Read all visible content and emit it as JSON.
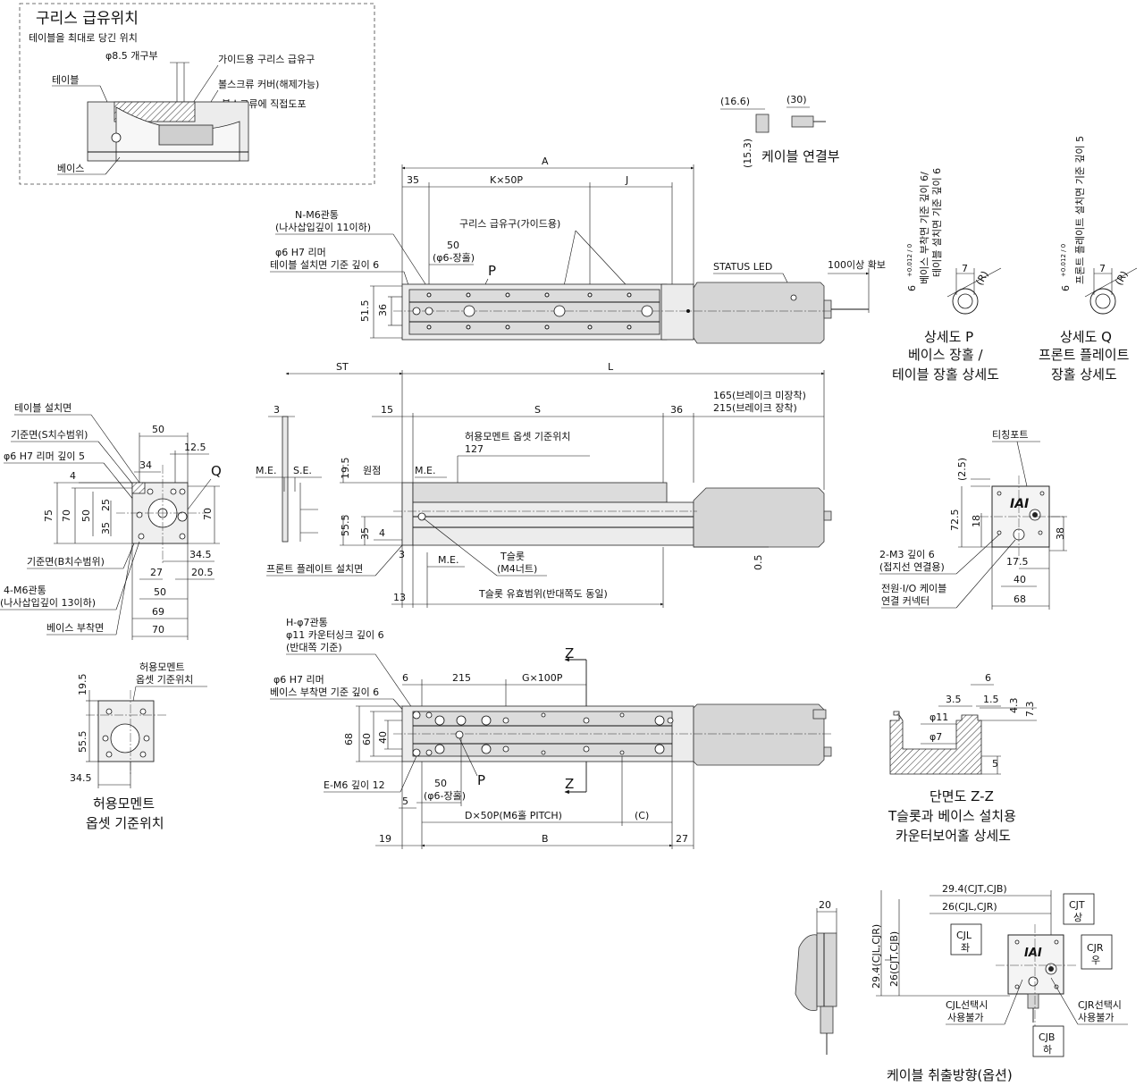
{
  "grease": {
    "title": "구리스 급유위치",
    "subtitle": "테이블을 최대로 당긴 위치",
    "opening": "φ8.5 개구부",
    "guide_port": "가이드용 구리스 급유구",
    "cover": "볼스크류 커버(해제가능)",
    "direct": "볼스크류에 직접도포",
    "table": "테이블",
    "base": "베이스"
  },
  "cable_conn": {
    "d1": "(16.6)",
    "d2": "(30)",
    "d3": "(15.3)",
    "title": "케이블 연결부"
  },
  "top_view": {
    "A": "A",
    "d35": "35",
    "K": "K×50P",
    "J": "J",
    "n_holes_1": "N-M6관통",
    "n_holes_2": "(나사삽입깊이 11이하)",
    "grease_port": "구리스 급유구(가이드용)",
    "d50": "50",
    "d50b": "(φ6-장홀)",
    "P": "P",
    "reamer_1": "φ6 H7 리머",
    "reamer_2": "테이블 설치면 기준 깊이 6",
    "status": "STATUS LED",
    "clear": "100이상 확보",
    "d515": "51.5",
    "d36": "36"
  },
  "detail_p": {
    "dim": "6",
    "tol": "+0.012 / 0",
    "side_1": "베이스 부착면 기준 깊이 6/",
    "side_2": "테이블 설치면 기준 깊이 6",
    "d7": "7",
    "r": "(R)",
    "title_1": "상세도 P",
    "title_2": "베이스 장홀 /",
    "title_3": "테이블 장홀 상세도"
  },
  "detail_q": {
    "dim": "6",
    "tol": "+0.012 / 0",
    "side": "프론트 플레이트 설치면 기준 깊이 5",
    "d7": "7",
    "r": "(R)",
    "title_1": "상세도 Q",
    "title_2": "프론트 플레이트",
    "title_3": "장홀 상세도"
  },
  "side_view": {
    "ST": "ST",
    "L": "L",
    "d3": "3",
    "d15": "15",
    "S": "S",
    "d36": "36",
    "len_1": "165(브레이크 미장착)",
    "len_2": "215(브레이크 장착)",
    "me1": "M.E.",
    "se": "S.E.",
    "me2": "M.E.",
    "origin": "원점",
    "moment_1": "허용모멘트 옵셋 기준위치",
    "moment_2": "127",
    "d195": "19.5",
    "d555": "55.5",
    "d35": "35",
    "d4": "4",
    "front": "프론트 플레이트 설치면",
    "d3b": "3",
    "me3": "M.E.",
    "tslot_1": "T슬롯",
    "tslot_2": "(M4너트)",
    "d05": "0.5",
    "d13": "13",
    "tslot_range": "T슬롯 유효범위(반대쪽도 동일)"
  },
  "end_view": {
    "table": "테이블 설치면",
    "ref_s": "기준면(S치수범위)",
    "reamer": "φ6 H7 리머 깊이 5",
    "d50": "50",
    "d125": "12.5",
    "d4": "4",
    "d34": "34",
    "Q": "Q",
    "d75": "75",
    "d70": "70",
    "d50b": "50",
    "d25": "25",
    "d35": "35",
    "d70r": "70",
    "ref_b": "기준면(B치수범위)",
    "d345": "34.5",
    "d27": "27",
    "d205": "20.5",
    "m6_1": "4-M6관통",
    "m6_2": "(나사삽입깊이 13이하)",
    "d50c": "50",
    "d69": "69",
    "base": "베이스 부착면",
    "d70c": "70"
  },
  "motor_end": {
    "port": "티칭포트",
    "d25": "(2.5)",
    "d725": "72.5",
    "d18": "18",
    "d38": "38",
    "m3_1": "2-M3 깊이 6",
    "m3_2": "(접지선 연결용)",
    "d175": "17.5",
    "conn_1": "전원·I/O 케이블",
    "conn_2": "연결 커넥터",
    "d40": "40",
    "d68": "68",
    "logo": "IAI"
  },
  "moment": {
    "label_1": "허용모멘트",
    "label_2": "옵셋 기준위치",
    "d195": "19.5",
    "d555": "55.5",
    "d345": "34.5",
    "title_1": "허용모멘트",
    "title_2": "옵셋 기준위치"
  },
  "bottom_view": {
    "h_1": "H-φ7관통",
    "h_2": "φ11 카운터싱크 깊이 6",
    "h_3": "(반대쪽 기준)",
    "reamer_1": "φ6 H7 리머",
    "reamer_2": "베이스 부착면 기준 깊이 6",
    "d6": "6",
    "d215": "215",
    "G": "G×100P",
    "Z1": "Z",
    "Z2": "Z",
    "d68": "68",
    "d60": "60",
    "d40": "40",
    "E": "E-M6 깊이 12",
    "d5": "5",
    "d50": "50",
    "d50b": "(φ6-장홀)",
    "P": "P",
    "D": "D×50P(M6홀 PITCH)",
    "C": "(C)",
    "d19": "19",
    "B": "B",
    "d27": "27"
  },
  "section": {
    "d6": "6",
    "d35": "3.5",
    "d15": "1.5",
    "d43": "4.3",
    "d73": "7.3",
    "phi11": "φ11",
    "phi7": "φ7",
    "d5": "5",
    "title_1": "단면도 Z-Z",
    "title_2": "T슬롯과 베이스 설치용",
    "title_3": "카운터보어홀 상세도"
  },
  "cable_exit": {
    "d20": "20",
    "d294": "29.4(CJT,CJB)",
    "d26": "26(CJL,CJR)",
    "v294": "29.4(CJL,CJR)",
    "v26": "26(CJT,CJB)",
    "cjt_1": "CJT",
    "cjt_2": "상",
    "cjl_1": "CJL",
    "cjl_2": "좌",
    "cjr_1": "CJR",
    "cjr_2": "우",
    "cjb_1": "CJB",
    "cjb_2": "하",
    "cjl_no_1": "CJL선택시",
    "cjl_no_2": "사용불가",
    "cjr_no_1": "CJR선택시",
    "cjr_no_2": "사용불가",
    "title": "케이블 취출방향(옵션)",
    "logo": "IAI"
  }
}
